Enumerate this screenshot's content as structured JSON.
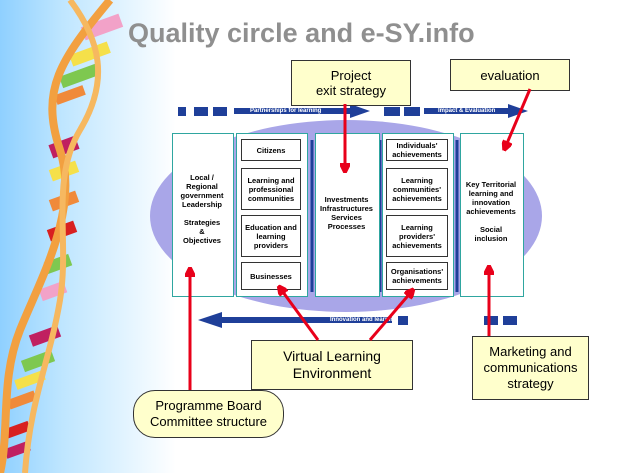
{
  "title": "Quality circle and e-SY.info",
  "callouts": {
    "project_exit": "Project\nexit strategy",
    "evaluation": "evaluation",
    "vle": "Virtual Learning\nEnvironment",
    "marketing": "Marketing and\ncommunications\nstrategy",
    "board": "Programme Board\nCommittee structure"
  },
  "bars": {
    "top_left": "Partnerships for learning",
    "top_right": "Impact & Evaluation",
    "bottom": "Innovation and learning"
  },
  "columns": {
    "local": "Local /\nRegional\ngovernment\nLeadership\n\nStrategies\n&\nObjectives",
    "investments": "Investments\nInfrastructures\nServices\nProcesses",
    "key": "Key Territorial\nlearning and\ninnovation\nachievements\n\nSocial\ninclusion"
  },
  "providers": [
    "Citizens",
    "Learning and\nprofessional\ncommunities",
    "Education and\nlearning\nproviders",
    "Businesses"
  ],
  "achievements": [
    "Individuals'\nachievements",
    "Learning\ncommunities'\nachievements",
    "Learning\nproviders'\nachievements",
    "Organisations'\nachievements"
  ],
  "colors": {
    "ellipse": "#a9a6e8",
    "bar": "#1f3f99",
    "arrow": "#e8001a",
    "callout": "#ffffcc",
    "connector": "#1f3f99"
  }
}
